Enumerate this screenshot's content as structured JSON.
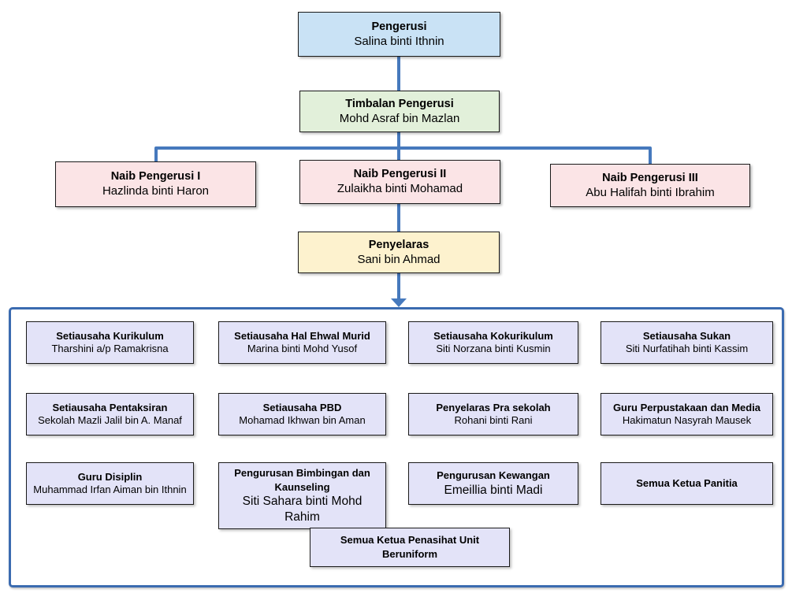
{
  "colors": {
    "connector": "#4679BD",
    "container_border": "#3B6BB0",
    "box_border": "#1a1a1a",
    "level1_fill": "#C9E2F5",
    "level2_fill": "#E2F0DA",
    "level3_fill": "#FBE4E6",
    "level4_fill": "#FDF2CE",
    "member_fill": "#E3E3F8"
  },
  "org": {
    "pengerusi": {
      "title": "Pengerusi",
      "name": "Salina binti Ithnin"
    },
    "timbalan": {
      "title": "Timbalan Pengerusi",
      "name": "Mohd Asraf bin Mazlan"
    },
    "naib": [
      {
        "title": "Naib Pengerusi I",
        "name": "Hazlinda binti Haron"
      },
      {
        "title": "Naib Pengerusi II",
        "name": "Zulaikha binti Mohamad"
      },
      {
        "title": "Naib Pengerusi III",
        "name": "Abu Halifah binti Ibrahim"
      }
    ],
    "penyelaras": {
      "title": "Penyelaras",
      "name": "Sani bin Ahmad"
    },
    "members": [
      {
        "title": "Setiausaha Kurikulum",
        "name": "Tharshini a/p Ramakrisna"
      },
      {
        "title": "Setiausaha Hal Ehwal Murid",
        "name": "Marina binti Mohd Yusof"
      },
      {
        "title": "Setiausaha Kokurikulum",
        "name": "Siti Norzana binti Kusmin"
      },
      {
        "title": "Setiausaha Sukan",
        "name": "Siti Nurfatihah binti Kassim"
      },
      {
        "title": "Setiausaha Pentaksiran",
        "name": "Sekolah Mazli Jalil bin A. Manaf"
      },
      {
        "title": "Setiausaha PBD",
        "name": "Mohamad Ikhwan bin Aman"
      },
      {
        "title": "Penyelaras Pra sekolah",
        "name": "Rohani binti Rani"
      },
      {
        "title": "Guru Perpustakaan dan Media",
        "name": "Hakimatun Nasyrah Mausek"
      },
      {
        "title": "Guru Disiplin",
        "name": "Muhammad Irfan Aiman bin Ithnin"
      },
      {
        "title": "Pengurusan Bimbingan dan Kaunseling",
        "name": "Siti Sahara binti Mohd Rahim"
      },
      {
        "title": "Pengurusan Kewangan",
        "name": "Emeillia binti Madi"
      },
      {
        "title": "Semua Ketua Panitia",
        "name": ""
      },
      {
        "title": "Semua Ketua Penasihat Unit Beruniform",
        "name": ""
      }
    ]
  }
}
